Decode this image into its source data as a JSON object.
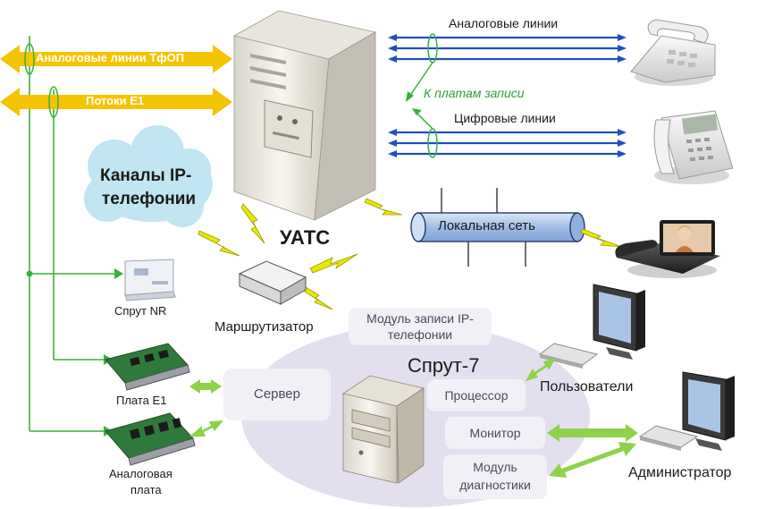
{
  "labels": {
    "analog_pstn": "Аналоговые линии ТфОП",
    "e1_streams": "Потоки E1",
    "analog_lines": "Аналоговые линии",
    "to_recording_boards": "К платам записи",
    "digital_lines": "Цифровые линии",
    "ip_channels_line1": "Каналы IP-",
    "ip_channels_line2": "телефонии",
    "pbx": "УАТС",
    "lan": "Локальная сеть",
    "sprut_nr": "Спрут NR",
    "router": "Маршрутизатор",
    "ip_module_line1": "Модуль записи IP-",
    "ip_module_line2": "телефонии",
    "sprut7": "Спрут-7",
    "server": "Сервер",
    "processor": "Процессор",
    "monitor": "Монитор",
    "diag_line1": "Модуль",
    "diag_line2": "диагностики",
    "users": "Пользователи",
    "administrator": "Администратор",
    "board_e1": "Плата E1",
    "analog_board_line1": "Аналоговая",
    "analog_board_line2": "плата"
  },
  "colors": {
    "yellow_arrow": "#f5c400",
    "green_line": "#3bb03b",
    "blue_line": "#1f4fbf",
    "lightning": "#e8e800",
    "green_arrow": "#8ed24a",
    "cloud": "#bfe6f2",
    "ellipse": "#e3dfee",
    "pill": "#f2f0f7",
    "lan_tube": "#a9c5e8"
  }
}
